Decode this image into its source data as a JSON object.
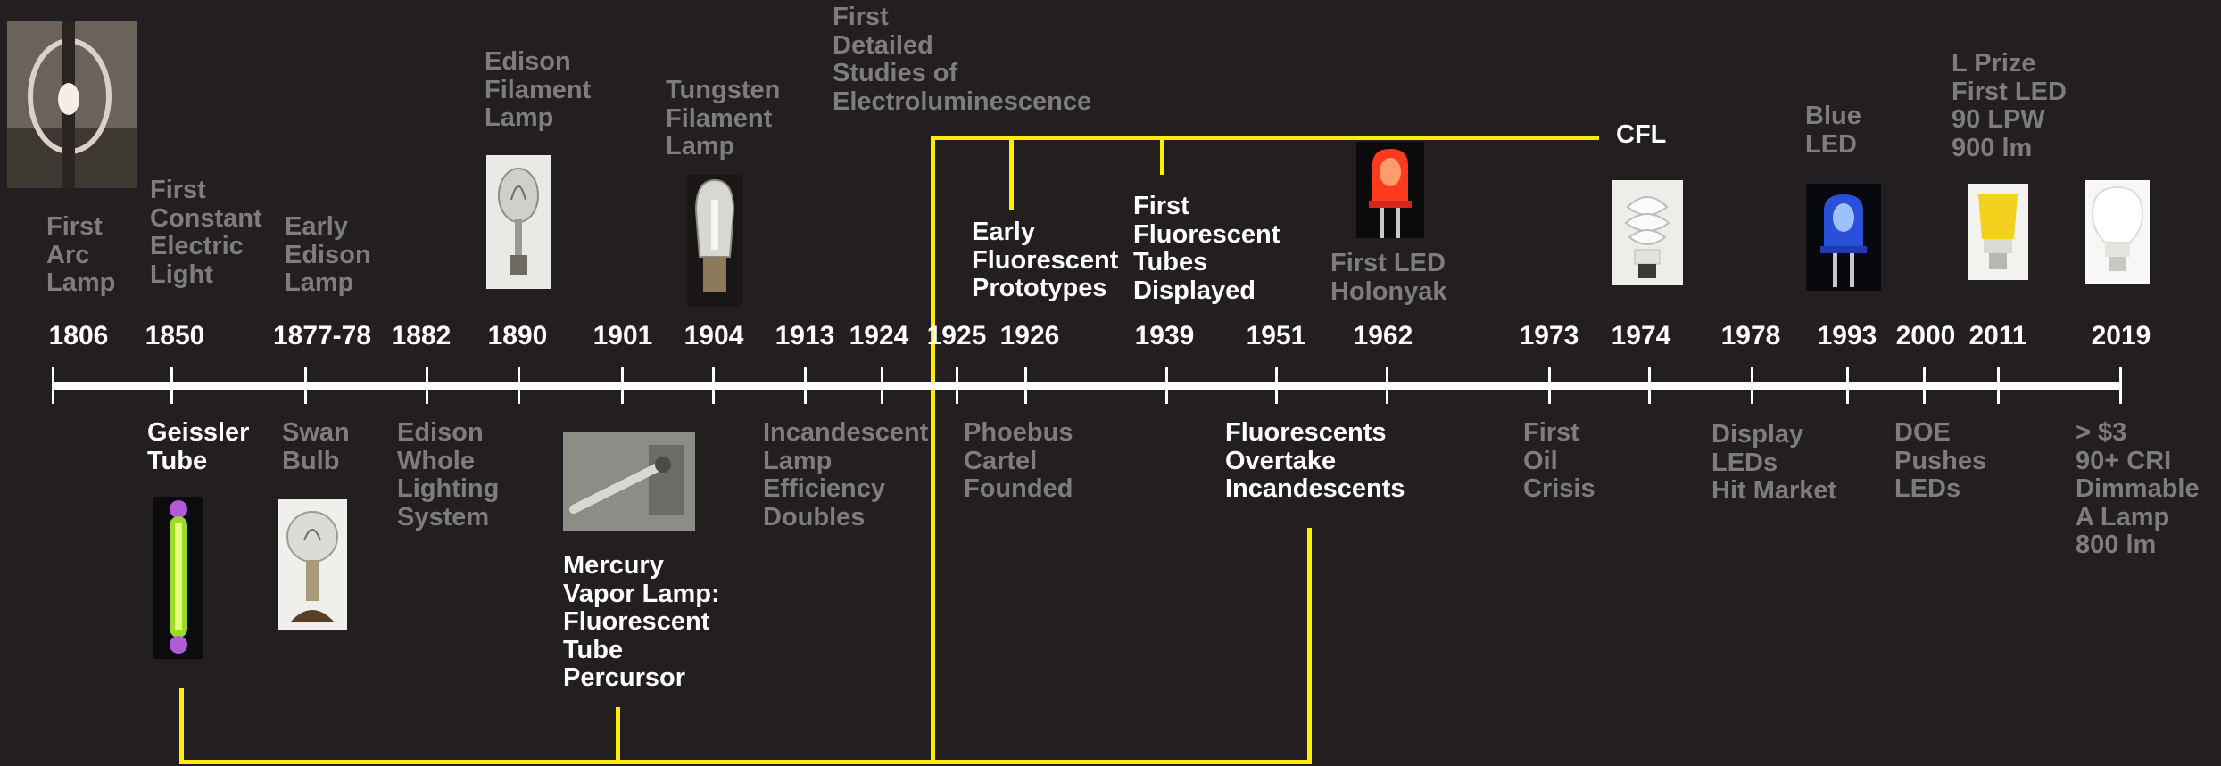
{
  "years": [
    "1806",
    "1850",
    "1877-78",
    "1882",
    "1890",
    "1901",
    "1904",
    "1913",
    "1924",
    "1925",
    "1926",
    "1939",
    "1951",
    "1962",
    "1973",
    "1974",
    "1978",
    "1993",
    "2000",
    "2011",
    "2019"
  ],
  "events": {
    "e1806": "First\nArc\nLamp",
    "e1850a": "First\nConstant\nElectric\nLight",
    "e1877": "Early\nEdison\nLamp",
    "e1890": "Edison\nFilament\nLamp",
    "e1904": "Tungsten\nFilament\nLamp",
    "e1925": "First\nDetailed\nStudies of\nElectroluminescence",
    "e1926": "Early\nFluorescent\nPrototypes",
    "e1939": "First\nFluorescent\nTubes\nDisplayed",
    "e1962": "First LED\nHolonyak",
    "e1974": "CFL",
    "e1993": "Blue\nLED",
    "e2011": "L Prize\nFirst LED\n90 LPW\n900 lm",
    "e1850b": "Geissler\nTube",
    "e1878": "Swan\nBulb",
    "e1882": "Edison\nWhole\nLighting\nSystem",
    "e1901": "Mercury\nVapor Lamp:\nFluorescent\nTube\nPercursor",
    "e1913": "Incandescent\nLamp\nEfficiency\nDoubles",
    "e1924": "Phoebus\nCartel\nFounded",
    "e1951": "Fluorescents\nOvertake\nIncandescents",
    "e1973": "First\nOil\nCrisis",
    "e1978": "Display\nLEDs\nHit Market",
    "e2000": "DOE\nPushes\nLEDs",
    "e2019": "> $3\n90+ CRI\nDimmable\nA Lamp\n800 lm"
  },
  "colors": {
    "background": "#231f20",
    "highlight": "#ffffff",
    "muted": "#7d7d7d",
    "connector": "#ffee00",
    "axis": "#ffffff"
  },
  "images": [
    "arc-lamp-photo",
    "edison-filament-lamp-photo",
    "tungsten-lamp-photo",
    "red-led-photo",
    "cfl-bulb-photo",
    "blue-led-photo",
    "l-prize-led-bulb-photo",
    "a-lamp-led-bulb-photo",
    "geissler-tube-photo",
    "swan-bulb-photo",
    "mercury-vapor-lamp-photo"
  ]
}
